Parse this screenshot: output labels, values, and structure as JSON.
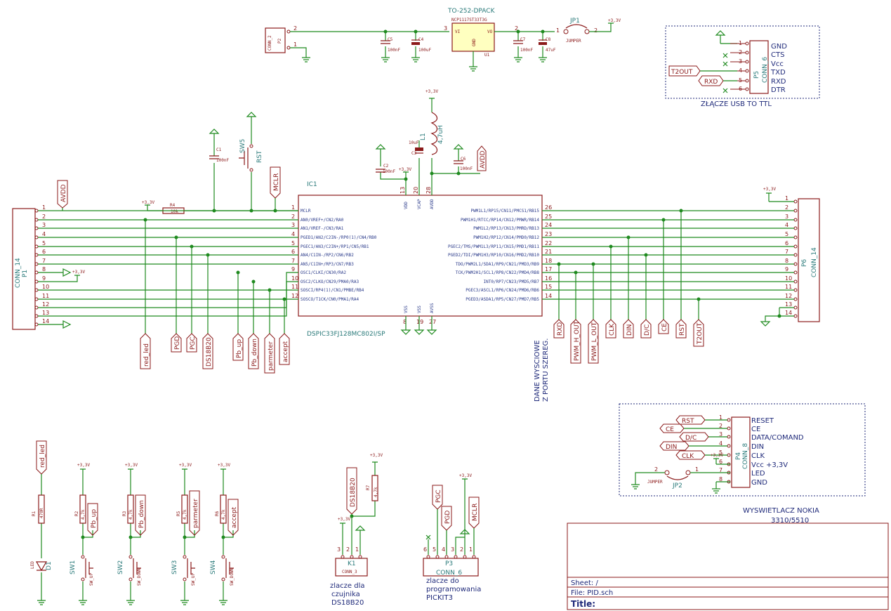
{
  "regulator": {
    "package": "TO-252-DPACK",
    "part": "NCP1117ST33T3G",
    "pin_vi": "VI",
    "pin_vo": "VO",
    "pin_gnd": "GND",
    "ref": "U1",
    "pin3": "3",
    "pin2": "2"
  },
  "jp1": {
    "ref": "JP1",
    "value": "JUMPER",
    "pin1": "1",
    "pin2": "2"
  },
  "p2": {
    "ref": "P2",
    "value": "CONN_2",
    "pin2": "2",
    "pin1": "1"
  },
  "caps": {
    "c5": {
      "ref": "C5",
      "value": "100nF"
    },
    "c4": {
      "ref": "C4",
      "value": "100uF"
    },
    "c7": {
      "ref": "C7",
      "value": "100nF"
    },
    "c8": {
      "ref": "C8",
      "value": "47uF"
    },
    "c1": {
      "ref": "C1",
      "value": "100nF"
    },
    "c2": {
      "ref": "C2",
      "value": "100nF"
    },
    "c3": {
      "ref": "C3",
      "value": "10uF"
    },
    "c6": {
      "ref": "C6",
      "value": "100nF"
    }
  },
  "power": {
    "v33": "+3,3V"
  },
  "l1": {
    "ref": "L1",
    "value": "4,7uH"
  },
  "avdd": "AVDD",
  "mclr": "MCLR",
  "sw5": {
    "ref": "SW5",
    "value": "RST"
  },
  "r4": {
    "ref": "R4",
    "value": "10k"
  },
  "ic1": {
    "ref": "IC1",
    "part": "DSPIC33FJ128MC802I/SP",
    "top_pins": [
      {
        "name": "VDD",
        "num": "13"
      },
      {
        "name": "VCAP",
        "num": "20"
      },
      {
        "name": "AVDD",
        "num": "28"
      }
    ],
    "bottom_pins": [
      {
        "name": "VSS",
        "num": "8"
      },
      {
        "name": "VSS",
        "num": "19"
      },
      {
        "name": "AVSS",
        "num": "27"
      }
    ],
    "left_pins": [
      {
        "num": "1",
        "name": "MCLR"
      },
      {
        "num": "2",
        "name": "AN0/VREF+/CN2/RA0"
      },
      {
        "num": "3",
        "name": "AN1/VREF-/CN3/RA1"
      },
      {
        "num": "4",
        "name": "PGED1/AN2/C2IN-/RP0(1)/CN4/RB0"
      },
      {
        "num": "5",
        "name": "PGEC1/AN3/C2IN+/RP1/CN5/RB1"
      },
      {
        "num": "6",
        "name": "AN4/C1IN-/RP2/CN6/RB2"
      },
      {
        "num": "7",
        "name": "AN5/C1IN+/RP3/CN7/RB3"
      },
      {
        "num": "9",
        "name": "OSC1/CLKI/CN30/RA2"
      },
      {
        "num": "10",
        "name": "OSC2/CLKO/CN29/PMA0/RA3"
      },
      {
        "num": "11",
        "name": "SOSCI/RP4(1)/CN1/PMBE/RB4"
      },
      {
        "num": "12",
        "name": "SOSCO/T1CK/CN0/PMA1/RA4"
      }
    ],
    "right_pins": [
      {
        "num": "26",
        "name": "PWM1L1/RP15/CN11/PMCS1/RB15"
      },
      {
        "num": "25",
        "name": "PWM1H1/RTCC/RP14/CN12/PMWR/RB14"
      },
      {
        "num": "24",
        "name": "PWM1L2/RP13/CN13/PMRD/RB13"
      },
      {
        "num": "23",
        "name": "PWM1H2/RP12/CN14/PMD0/RB12"
      },
      {
        "num": "22",
        "name": "PGEC2/TMS/PWM1L3/RP11/CN15/PMD1/RB11"
      },
      {
        "num": "21",
        "name": "PGED2/TDI/PWM1H3/RP10/CN16/PMD2/RB10"
      },
      {
        "num": "18",
        "name": "TDO/PWM2L1/SDA1/RP9/CN21/PMD3/RB9"
      },
      {
        "num": "17",
        "name": "TCK/PWM2H1/SCL1/RP8/CN22/PMD4/RB8"
      },
      {
        "num": "16",
        "name": "INT0/RP7/CN23/PMD5/RB7"
      },
      {
        "num": "15",
        "name": "PGEC3/ASCL1/RP6/CN24/PMD6/RB6"
      },
      {
        "num": "14",
        "name": "PGED3/ASDA1/RP5/CN27/PMD7/RB5"
      }
    ]
  },
  "p1": {
    "ref": "P1",
    "value": "CONN_14",
    "pins": [
      "1",
      "2",
      "3",
      "4",
      "5",
      "6",
      "7",
      "8",
      "9",
      "10",
      "11",
      "12",
      "13",
      "14"
    ]
  },
  "p6": {
    "ref": "P6",
    "value": "CONN_14",
    "pins": [
      "1",
      "2",
      "3",
      "4",
      "5",
      "6",
      "7",
      "8",
      "9",
      "10",
      "11",
      "12",
      "13",
      "14"
    ]
  },
  "left_nets": [
    "red_led",
    "PGD",
    "PGC",
    "DS18B20",
    "Pb_up",
    "Pb_down",
    "parmeter",
    "accept"
  ],
  "right_nets": [
    "RXD",
    "PWM_H_OUT",
    "PWM_L_OUT",
    "CLK",
    "DIN",
    "D/C",
    "CE",
    "RST",
    "T2OUT"
  ],
  "notes": {
    "serial": [
      "DANE WYSCIOWE",
      "Z PORTU SZEREG."
    ],
    "usb_title": "ZŁĄCZE USB TO TTL",
    "nokia_title": [
      "WYSWIETLACZ NOKIA",
      "3310/5510"
    ],
    "k1_note": [
      "zlacze dla",
      "czujnika",
      "DS18B20"
    ],
    "p3_note": [
      "zlacze do",
      "programowania",
      "PICKIT3"
    ]
  },
  "p5": {
    "ref": "P5",
    "value": "CONN_6",
    "pins": [
      "1",
      "2",
      "3",
      "4",
      "5",
      "6"
    ],
    "labels": [
      "GND",
      "CTS",
      "Vcc",
      "TXD",
      "RXD",
      "DTR"
    ],
    "nets": [
      "T2OUT",
      "RXD"
    ]
  },
  "p4": {
    "ref": "P4",
    "value": "CONN_8",
    "pins": [
      "1",
      "2",
      "3",
      "4",
      "5",
      "6",
      "7",
      "8"
    ],
    "labels": [
      "RESET",
      "CE",
      "DATA/COMAND",
      "DIN",
      "CLK",
      "Vcc +3,3V",
      "LED",
      "GND"
    ],
    "nets": [
      "RST",
      "CE",
      "D/C",
      "DIN",
      "CLK"
    ]
  },
  "jp2": {
    "ref": "JP2",
    "value": "JUMPER",
    "pin1": "1",
    "pin2": "2"
  },
  "r1": {
    "ref": "R1",
    "value": "470R"
  },
  "d1": {
    "ref": "D1",
    "value": "LED"
  },
  "r2": {
    "ref": "R2",
    "value": "4,7k"
  },
  "r3": {
    "ref": "R3",
    "value": "4,7k"
  },
  "r5": {
    "ref": "R5",
    "value": "4,7k"
  },
  "r6": {
    "ref": "R6",
    "value": "4,7k"
  },
  "r7": {
    "ref": "R7",
    "value": "4,7k"
  },
  "switches": [
    {
      "ref": "SW1",
      "value": "SW_UP",
      "net": "Pb_up"
    },
    {
      "ref": "SW2",
      "value": "SW_DOWN",
      "net": "Pb_down"
    },
    {
      "ref": "SW3",
      "value": "SW_UP",
      "net": "parmeter"
    },
    {
      "ref": "SW4",
      "value": "SW_DOWN",
      "net": "accept"
    }
  ],
  "k1": {
    "ref": "K1",
    "value": "CONN_3",
    "pins": [
      "3",
      "2",
      "1"
    ],
    "net": "DS18B20"
  },
  "p3": {
    "ref": "P3",
    "value": "CONN_6",
    "pins": [
      "6",
      "5",
      "4",
      "3",
      "2",
      "1"
    ],
    "nets": [
      "PGC",
      "PGD",
      "MCLR"
    ]
  },
  "titleblock": {
    "sheet": "Sheet: /",
    "file": "File: PID.sch",
    "title": "Title:"
  }
}
